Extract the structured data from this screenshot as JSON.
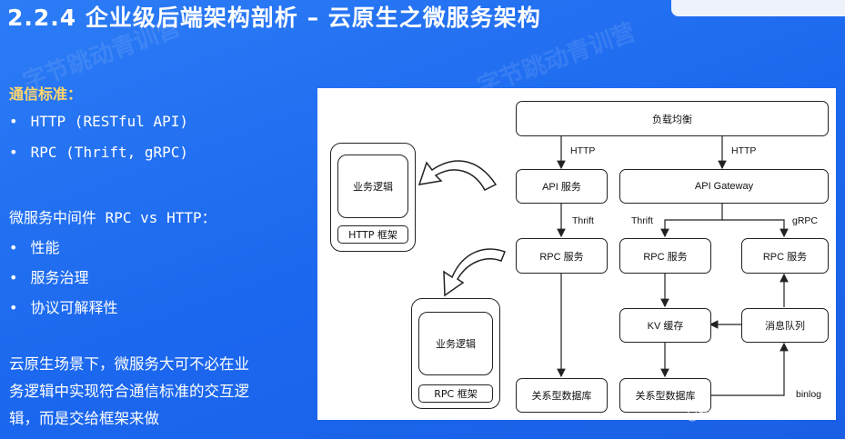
{
  "slide_title": "2.2.4 企业级后端架构剖析 – 云原生之微服务架构",
  "left": {
    "section1_heading": "通信标准：",
    "section1_items": [
      "HTTP (RESTful API)",
      "RPC (Thrift, gRPC)"
    ],
    "section2_heading": "微服务中间件 RPC vs HTTP：",
    "section2_items": [
      "性能",
      "服务治理",
      "协议可解释性"
    ],
    "paragraph_lines": [
      "云原生场景下，微服务大可不必在业",
      "务逻辑中实现符合通信标准的交互逻",
      "辑，而是交给框架来做"
    ]
  },
  "diagram": {
    "load_balancer": "负载均衡",
    "http_label_1": "HTTP",
    "http_label_2": "HTTP",
    "api_service": "API 服务",
    "api_gateway": "API Gateway",
    "thrift_label_1": "Thrift",
    "thrift_label_2": "Thrift",
    "grpc_label": "gRPC",
    "rpc_service_1": "RPC 服务",
    "rpc_service_2": "RPC 服务",
    "rpc_service_3": "RPC 服务",
    "kv_cache": "KV 缓存",
    "message_queue": "消息队列",
    "rdb_1": "关系型数据库",
    "rdb_2": "关系型数据库",
    "binlog_label": "binlog",
    "http_framework_logic": "业务逻辑",
    "http_framework_label": "HTTP 框架",
    "rpc_framework_logic": "业务逻辑",
    "rpc_framework_label": "RPC 框架"
  },
  "watermarks": [
    "字节跳动青训营",
    "字节跳动青训营"
  ],
  "footer_watermark": "@稀土掘金技术社区",
  "colors": {
    "background": "#1f6df2",
    "accent_heading": "#ffd66b"
  }
}
